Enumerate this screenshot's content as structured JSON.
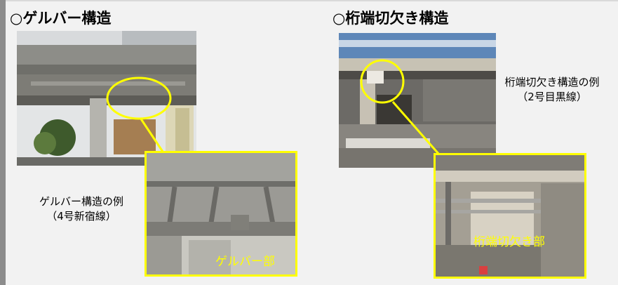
{
  "left_section": {
    "heading_mark": "○",
    "heading": "ゲルバー構造",
    "caption_line1": "ゲルバー構造の例",
    "caption_line2": "（4号新宿線）",
    "inset_label": "ゲルバー部"
  },
  "right_section": {
    "heading_mark": "○",
    "heading": "桁端切欠き構造",
    "caption_line1": "桁端切欠き構造の例",
    "caption_line2": "（2号目黒線）",
    "inset_label": "桁端切欠き部"
  },
  "colors": {
    "highlight": "#ffff00",
    "background": "#f2f2f2",
    "left_border": "#8c8c8c"
  }
}
